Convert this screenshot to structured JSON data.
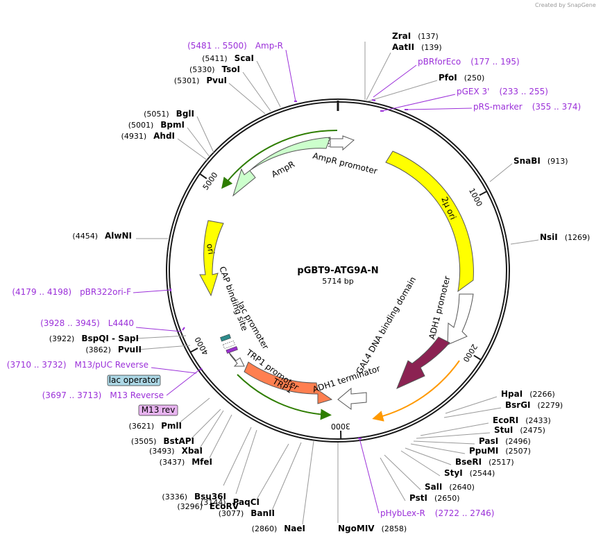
{
  "credit": "Created by SnapGene",
  "plasmid": {
    "name": "pGBT9-ATG9A-N",
    "length_label": "5714 bp"
  },
  "ticks": [
    {
      "label": "1000",
      "angle": 62
    },
    {
      "label": "2000",
      "angle": 122
    },
    {
      "label": "3000",
      "angle": 179
    },
    {
      "label": "4000",
      "angle": 241
    },
    {
      "label": "5000",
      "angle": 305
    }
  ],
  "sites": [
    {
      "name": "ZraI",
      "pos": "(137)"
    },
    {
      "name": "AatII",
      "pos": "(139)"
    },
    {
      "name": "PfoI",
      "pos": "(250)"
    },
    {
      "name": "SnaBI",
      "pos": "(913)"
    },
    {
      "name": "NsiI",
      "pos": "(1269)"
    },
    {
      "name": "HpaI",
      "pos": "(2266)"
    },
    {
      "name": "BsrGI",
      "pos": "(2279)"
    },
    {
      "name": "EcoRI",
      "pos": "(2433)"
    },
    {
      "name": "StuI",
      "pos": "(2475)"
    },
    {
      "name": "PasI",
      "pos": "(2496)"
    },
    {
      "name": "PpuMI",
      "pos": "(2507)"
    },
    {
      "name": "BseRI",
      "pos": "(2517)"
    },
    {
      "name": "StyI",
      "pos": "(2544)"
    },
    {
      "name": "SalI",
      "pos": "(2640)"
    },
    {
      "name": "PstI",
      "pos": "(2650)"
    },
    {
      "name": "NgoMIV",
      "pos": "(2858)"
    },
    {
      "name": "NaeI",
      "pos": "(2860)"
    },
    {
      "name": "BanII",
      "pos": "(3077)"
    },
    {
      "name": "PaqCI",
      "pos": "(3144)"
    },
    {
      "name": "EcoRV",
      "pos": "(3296)"
    },
    {
      "name": "Bsu36I",
      "pos": "(3336)"
    },
    {
      "name": "MfeI",
      "pos": "(3437)"
    },
    {
      "name": "XbaI",
      "pos": "(3493)"
    },
    {
      "name": "BstAPI",
      "pos": "(3505)"
    },
    {
      "name": "PmlI",
      "pos": "(3621)"
    },
    {
      "name": "PvuII",
      "pos": "(3862)"
    },
    {
      "name": "BspQI",
      "sep": "-",
      "name2": "SapI",
      "pos": "(3922)"
    },
    {
      "name": "AlwNI",
      "pos": "(4454)"
    },
    {
      "name": "AhdI",
      "pos": "(4931)"
    },
    {
      "name": "BpmI",
      "pos": "(5001)"
    },
    {
      "name": "BglI",
      "pos": "(5051)"
    },
    {
      "name": "PvuI",
      "pos": "(5301)"
    },
    {
      "name": "TsoI",
      "pos": "(5330)"
    },
    {
      "name": "ScaI",
      "pos": "(5411)"
    }
  ],
  "primers": [
    {
      "name": "Amp-R",
      "range": "(5481 .. 5500)"
    },
    {
      "name": "pBRforEco",
      "range": "(177 .. 195)"
    },
    {
      "name": "pGEX 3'",
      "range": "(233 .. 255)"
    },
    {
      "name": "pRS-marker",
      "range": "(355 .. 374)"
    },
    {
      "name": "pHybLex-R",
      "range": "(2722 .. 2746)"
    },
    {
      "name": "M13 Reverse",
      "range": "(3697 .. 3713)"
    },
    {
      "name": "M13/pUC Reverse",
      "range": "(3710 .. 3732)"
    },
    {
      "name": "L4440",
      "range": "(3928 .. 3945)"
    },
    {
      "name": "pBR322ori-F",
      "range": "(4179 .. 4198)"
    }
  ],
  "boxed_labels": [
    {
      "name": "lac operator",
      "color": "#add8e6"
    },
    {
      "name": "M13 rev",
      "color": "#e8b4f0"
    }
  ],
  "features": [
    {
      "name": "2μ ori",
      "color": "#ffff00"
    },
    {
      "name": "ADH1 promoter",
      "color": "#ffffff"
    },
    {
      "name": "GAL4 DNA binding domain",
      "color": "#8b2252"
    },
    {
      "name": "ADH1 terminator",
      "color": "#ffffff"
    },
    {
      "name": "TRP1",
      "color": "#ff7f50"
    },
    {
      "name": "TRP1 promoter",
      "color": "#ffffff"
    },
    {
      "name": "lac promoter",
      "color": "#ffffff"
    },
    {
      "name": "CAP binding site",
      "color": "#ffffff"
    },
    {
      "name": "ori",
      "color": "#ffff00"
    },
    {
      "name": "AmpR",
      "color": "#ccffcc"
    },
    {
      "name": "AmpR promoter",
      "color": "#ffffff"
    }
  ],
  "colors": {
    "primer": "#9b30d9",
    "backbone": "#1a1a1a",
    "orf_green": "#2e7d00",
    "orf_orange": "#ff9900"
  }
}
